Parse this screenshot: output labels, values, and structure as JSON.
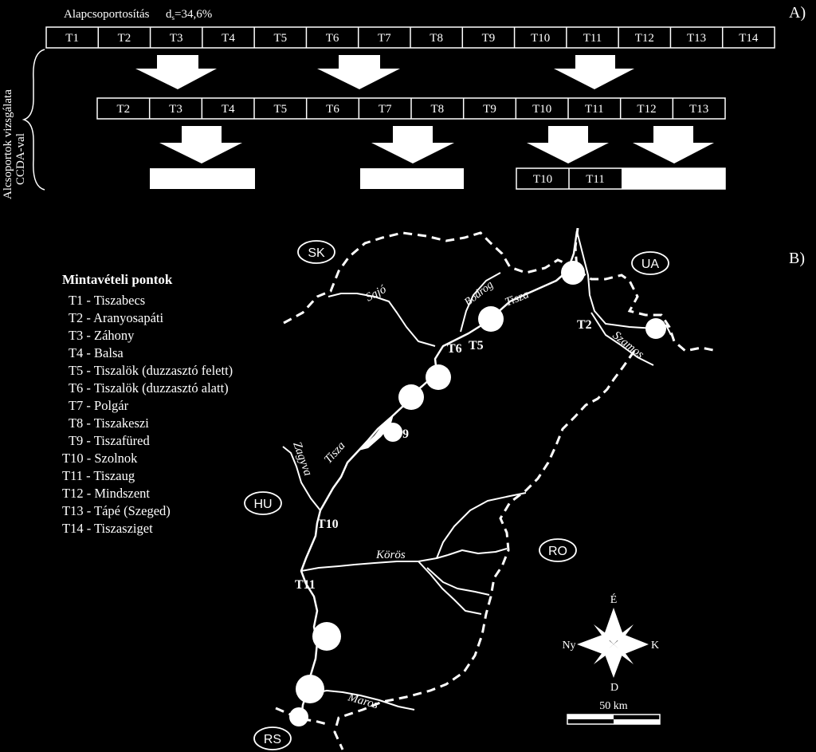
{
  "panel_a": {
    "label": "A)",
    "base_title": "Alapcsoportosítás",
    "ds_symbol": "d",
    "ds_sub": "s",
    "ds_value": "=34,6%",
    "side_label_line1": "Alcsoportok vizsgálata",
    "side_label_line2": "CCDA-val",
    "row1": [
      "T1",
      "T2",
      "T3",
      "T4",
      "T5",
      "T6",
      "T7",
      "T8",
      "T9",
      "T10",
      "T11",
      "T12",
      "T13",
      "T14"
    ],
    "row2": [
      "T2",
      "T3",
      "T4",
      "T5",
      "T6",
      "T7",
      "T8",
      "T9",
      "T10",
      "T11",
      "T12",
      "T13"
    ],
    "row3": [
      "T10",
      "T11"
    ]
  },
  "panel_b": {
    "label": "B)",
    "legend_title": "Mintavételi pontok",
    "legend_items": [
      "  T1 - Tiszabecs",
      "  T2 - Aranyosapáti",
      "  T3 - Záhony",
      "  T4 - Balsa",
      "  T5 - Tiszalök (duzzasztó felett)",
      "  T6 - Tiszalök (duzzasztó alatt)",
      "  T7 - Polgár",
      "  T8 - Tiszakeszi",
      "  T9 - Tiszafüred",
      "T10 - Szolnok",
      "T11 - Tiszaug",
      "T12 - Mindszent",
      "T13 - Tápé (Szeged)",
      "T14 - Tiszasziget"
    ],
    "countries": {
      "sk": "SK",
      "ua": "UA",
      "hu": "HU",
      "ro": "RO",
      "rs": "RS"
    },
    "rivers": {
      "sajo": "Sajó",
      "bodrog": "Bodrog",
      "tisza1": "Tisza",
      "tisza2": "Tisza",
      "szamos": "Szamos",
      "zagyva": "Zagyva",
      "koros": "Körös",
      "maros": "Maros"
    },
    "site_labels": {
      "t2": "T2",
      "t5": "T5",
      "t6": "T6",
      "t9": "9",
      "t10": "T10",
      "t11": "T11"
    },
    "compass": {
      "n": "É",
      "s": "D",
      "e": "K",
      "w": "Ny"
    },
    "scale": "50 km"
  }
}
